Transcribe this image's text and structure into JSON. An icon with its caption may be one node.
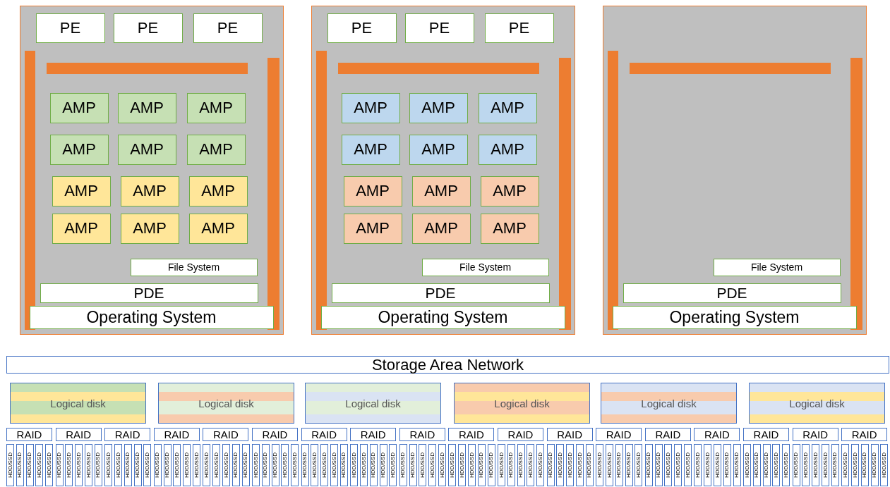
{
  "diagram": {
    "nodes": [
      {
        "text": [],
        "shape": "box"
      },
      {
        "text": [
          "PE"
        ],
        "in": 0
      },
      {
        "text": [
          "PE"
        ],
        "in": 0
      },
      {
        "text": [
          "PE"
        ],
        "in": 0
      },
      {
        "text": [],
        "shape": "bar",
        "in": 0
      },
      {
        "text": [],
        "shape": "bar",
        "in": 0
      },
      {
        "text": [],
        "shape": "bar",
        "in": 0
      },
      {
        "text": [
          "AMP"
        ],
        "in": 0
      },
      {
        "text": [
          "AMP"
        ],
        "in": 0
      },
      {
        "text": [
          "AMP"
        ],
        "in": 0
      },
      {
        "text": [
          "AMP"
        ],
        "in": 0
      },
      {
        "text": [
          "AMP"
        ],
        "in": 0
      },
      {
        "text": [
          "AMP"
        ],
        "in": 0
      },
      {
        "text": [
          "AMP"
        ],
        "in": 0
      },
      {
        "text": [
          "AMP"
        ],
        "in": 0
      },
      {
        "text": [
          "AMP"
        ],
        "in": 0
      },
      {
        "text": [
          "AMP"
        ],
        "in": 0
      },
      {
        "text": [
          "AMP"
        ],
        "in": 0
      },
      {
        "text": [
          "AMP"
        ],
        "in": 0
      },
      {
        "text": [
          "File System"
        ],
        "in": 0
      },
      {
        "text": [
          "PDE"
        ],
        "in": 0
      },
      {
        "text": [
          "Operating System"
        ],
        "in": 0
      },
      {
        "text": [],
        "shape": "box"
      },
      {
        "text": [
          "PE"
        ],
        "in": 22
      },
      {
        "text": [
          "PE"
        ],
        "in": 22
      },
      {
        "text": [
          "PE"
        ],
        "in": 22
      },
      {
        "text": [],
        "shape": "bar",
        "in": 22
      },
      {
        "text": [],
        "shape": "bar",
        "in": 22
      },
      {
        "text": [],
        "shape": "bar",
        "in": 22
      },
      {
        "text": [
          "AMP"
        ],
        "in": 22
      },
      {
        "text": [
          "AMP"
        ],
        "in": 22
      },
      {
        "text": [
          "AMP"
        ],
        "in": 22
      },
      {
        "text": [
          "AMP"
        ],
        "in": 22
      },
      {
        "text": [
          "AMP"
        ],
        "in": 22
      },
      {
        "text": [
          "AMP"
        ],
        "in": 22
      },
      {
        "text": [
          "AMP"
        ],
        "in": 22
      },
      {
        "text": [
          "AMP"
        ],
        "in": 22
      },
      {
        "text": [
          "AMP"
        ],
        "in": 22
      },
      {
        "text": [
          "AMP"
        ],
        "in": 22
      },
      {
        "text": [
          "AMP"
        ],
        "in": 22
      },
      {
        "text": [
          "AMP"
        ],
        "in": 22
      },
      {
        "text": [
          "File System"
        ],
        "in": 22
      },
      {
        "text": [
          "PDE"
        ],
        "in": 22
      },
      {
        "text": [
          "Operating System"
        ],
        "in": 22
      },
      {
        "text": [],
        "shape": "box"
      },
      {
        "text": [],
        "shape": "bar",
        "in": 44
      },
      {
        "text": [],
        "shape": "bar",
        "in": 44
      },
      {
        "text": [],
        "shape": "bar",
        "in": 44
      },
      {
        "text": [
          "File System"
        ],
        "in": 44
      },
      {
        "text": [
          "PDE"
        ],
        "in": 44
      },
      {
        "text": [
          "Operating System"
        ],
        "in": 44
      },
      {
        "text": [
          "Storage Area Network"
        ]
      },
      {
        "text": [
          "Logical disk"
        ]
      },
      {
        "text": [
          "Logical disk"
        ]
      },
      {
        "text": [
          "Logical disk"
        ]
      },
      {
        "text": [
          "Logical disk"
        ]
      },
      {
        "text": [
          "Logical disk"
        ]
      },
      {
        "text": [
          "Logical disk"
        ]
      },
      {
        "text": [
          "RAID"
        ]
      },
      {
        "text": [
          "RAID"
        ]
      },
      {
        "text": [
          "RAID"
        ]
      },
      {
        "text": [
          "RAID"
        ]
      },
      {
        "text": [
          "RAID"
        ]
      },
      {
        "text": [
          "RAID"
        ]
      },
      {
        "text": [
          "RAID"
        ]
      },
      {
        "text": [
          "RAID"
        ]
      },
      {
        "text": [
          "RAID"
        ]
      },
      {
        "text": [
          "RAID"
        ]
      },
      {
        "text": [
          "RAID"
        ]
      },
      {
        "text": [
          "RAID"
        ]
      },
      {
        "text": [
          "RAID"
        ]
      },
      {
        "text": [
          "RAID"
        ]
      },
      {
        "text": [
          "RAID"
        ]
      },
      {
        "text": [
          "RAID"
        ]
      },
      {
        "text": [
          "RAID"
        ]
      },
      {
        "text": [
          "RAID"
        ]
      },
      {
        "text": [
          "HDD/SSD"
        ]
      },
      {
        "text": [
          "HDD/SSD"
        ]
      },
      {
        "text": [
          "HDD/SSD"
        ]
      },
      {
        "text": [
          "HDD/SSD"
        ]
      },
      {
        "text": [
          "HDD/SSD"
        ]
      },
      {
        "text": [
          "HDD/SSD"
        ]
      },
      {
        "text": [
          "HDD/SSD"
        ]
      },
      {
        "text": [
          "HDD/SSD"
        ]
      },
      {
        "text": [
          "HDD/SSD"
        ]
      },
      {
        "text": [
          "HDD/SSD"
        ]
      },
      {
        "text": [
          "HDD/SSD"
        ]
      },
      {
        "text": [
          "HDD/SSD"
        ]
      },
      {
        "text": [
          "HDD/SSD"
        ]
      },
      {
        "text": [
          "HDD/SSD"
        ]
      },
      {
        "text": [
          "HDD/SSD"
        ]
      },
      {
        "text": [
          "HDD/SSD"
        ]
      },
      {
        "text": [
          "HDD/SSD"
        ]
      },
      {
        "text": [
          "HDD/SSD"
        ]
      },
      {
        "text": [
          "HDD/SSD"
        ]
      },
      {
        "text": [
          "HDD/SSD"
        ]
      },
      {
        "text": [
          "HDD/SSD"
        ]
      },
      {
        "text": [
          "HDD/SSD"
        ]
      },
      {
        "text": [
          "HDD/SSD"
        ]
      },
      {
        "text": [
          "HDD/SSD"
        ]
      },
      {
        "text": [
          "HDD/SSD"
        ]
      },
      {
        "text": [
          "HDD/SSD"
        ]
      },
      {
        "text": [
          "HDD/SSD"
        ]
      },
      {
        "text": [
          "HDD/SSD"
        ]
      },
      {
        "text": [
          "HDD/SSD"
        ]
      },
      {
        "text": [
          "HDD/SSD"
        ]
      },
      {
        "text": [
          "HDD/SSD"
        ]
      },
      {
        "text": [
          "HDD/SSD"
        ]
      },
      {
        "text": [
          "HDD/SSD"
        ]
      },
      {
        "text": [
          "HDD/SSD"
        ]
      },
      {
        "text": [
          "HDD/SSD"
        ]
      },
      {
        "text": [
          "HDD/SSD"
        ]
      },
      {
        "text": [
          "HDD/SSD"
        ]
      },
      {
        "text": [
          "HDD/SSD"
        ]
      },
      {
        "text": [
          "HDD/SSD"
        ]
      },
      {
        "text": [
          "HDD/SSD"
        ]
      },
      {
        "text": [
          "HDD/SSD"
        ]
      },
      {
        "text": [
          "HDD/SSD"
        ]
      },
      {
        "text": [
          "HDD/SSD"
        ]
      },
      {
        "text": [
          "HDD/SSD"
        ]
      },
      {
        "text": [
          "HDD/SSD"
        ]
      },
      {
        "text": [
          "HDD/SSD"
        ]
      },
      {
        "text": [
          "HDD/SSD"
        ]
      },
      {
        "text": [
          "HDD/SSD"
        ]
      },
      {
        "text": [
          "HDD/SSD"
        ]
      },
      {
        "text": [
          "HDD/SSD"
        ]
      },
      {
        "text": [
          "HDD/SSD"
        ]
      },
      {
        "text": [
          "HDD/SSD"
        ]
      },
      {
        "text": [
          "HDD/SSD"
        ]
      },
      {
        "text": [
          "HDD/SSD"
        ]
      },
      {
        "text": [
          "HDD/SSD"
        ]
      },
      {
        "text": [
          "HDD/SSD"
        ]
      },
      {
        "text": [
          "HDD/SSD"
        ]
      },
      {
        "text": [
          "HDD/SSD"
        ]
      },
      {
        "text": [
          "HDD/SSD"
        ]
      },
      {
        "text": [
          "HDD/SSD"
        ]
      },
      {
        "text": [
          "HDD/SSD"
        ]
      },
      {
        "text": [
          "HDD/SSD"
        ]
      },
      {
        "text": [
          "HDD/SSD"
        ]
      },
      {
        "text": [
          "HDD/SSD"
        ]
      },
      {
        "text": [
          "HDD/SSD"
        ]
      },
      {
        "text": [
          "HDD/SSD"
        ]
      },
      {
        "text": [
          "HDD/SSD"
        ]
      },
      {
        "text": [
          "HDD/SSD"
        ]
      },
      {
        "text": [
          "HDD/SSD"
        ]
      },
      {
        "text": [
          "HDD/SSD"
        ]
      },
      {
        "text": [
          "HDD/SSD"
        ]
      },
      {
        "text": [
          "HDD/SSD"
        ]
      },
      {
        "text": [
          "HDD/SSD"
        ]
      },
      {
        "text": [
          "HDD/SSD"
        ]
      },
      {
        "text": [
          "HDD/SSD"
        ]
      },
      {
        "text": [
          "HDD/SSD"
        ]
      },
      {
        "text": [
          "HDD/SSD"
        ]
      },
      {
        "text": [
          "HDD/SSD"
        ]
      },
      {
        "text": [
          "HDD/SSD"
        ]
      },
      {
        "text": [
          "HDD/SSD"
        ]
      },
      {
        "text": [
          "HDD/SSD"
        ]
      },
      {
        "text": [
          "HDD/SSD"
        ]
      },
      {
        "text": [
          "HDD/SSD"
        ]
      },
      {
        "text": [
          "HDD/SSD"
        ]
      },
      {
        "text": [
          "HDD/SSD"
        ]
      },
      {
        "text": [
          "HDD/SSD"
        ]
      },
      {
        "text": [
          "HDD/SSD"
        ]
      },
      {
        "text": [
          "HDD/SSD"
        ]
      },
      {
        "text": [
          "HDD/SSD"
        ]
      },
      {
        "text": [
          "HDD/SSD"
        ]
      }
    ]
  }
}
